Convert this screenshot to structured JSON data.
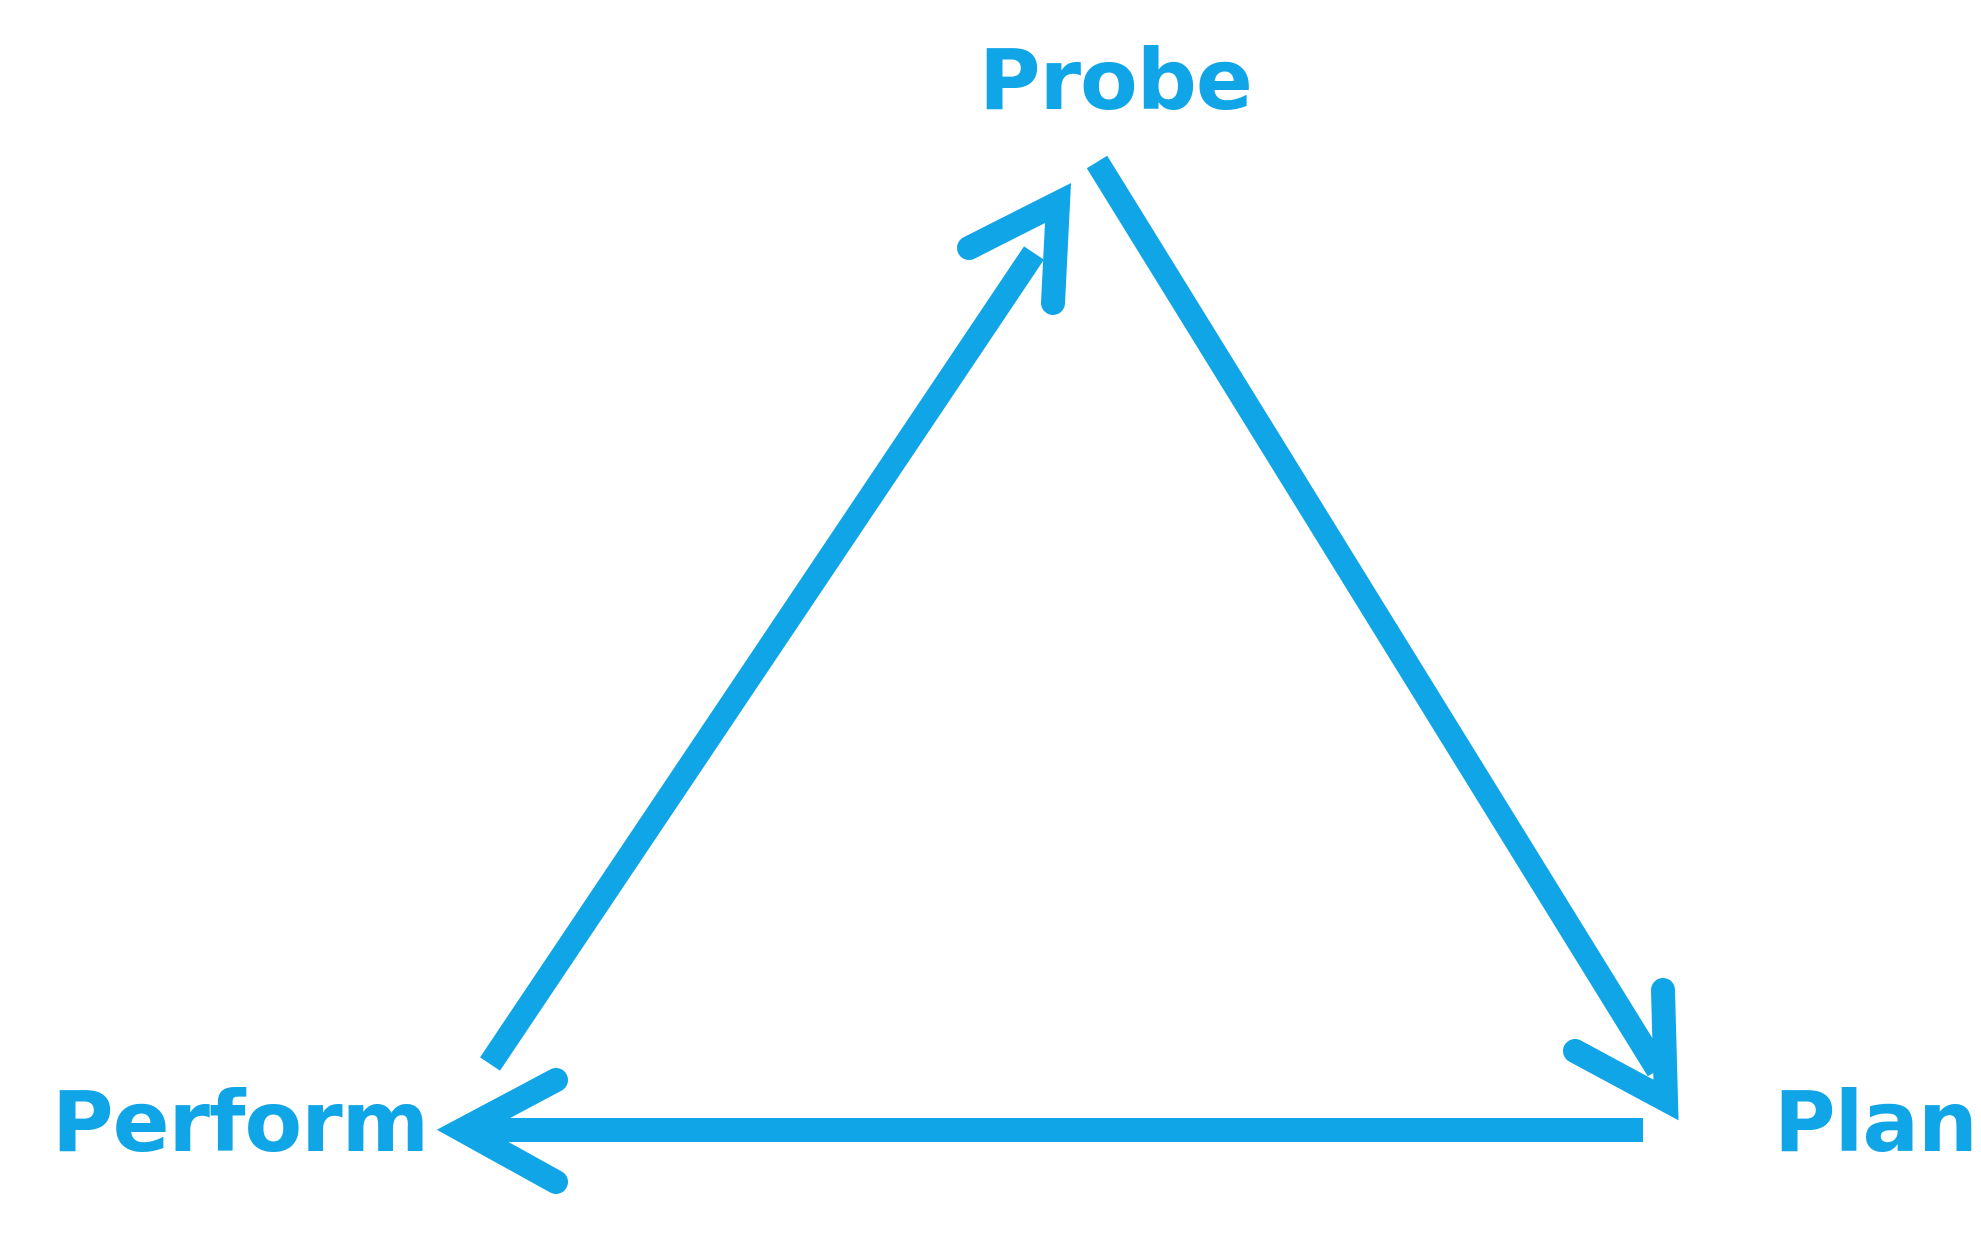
{
  "diagram": {
    "accent_color": "#0fa5e6",
    "background_color": "#ffffff",
    "nodes": {
      "probe": {
        "label": "Probe"
      },
      "plan": {
        "label": "Plan"
      },
      "perform": {
        "label": "Perform"
      }
    },
    "edges": [
      {
        "from": "Probe",
        "to": "Plan"
      },
      {
        "from": "Plan",
        "to": "Perform"
      },
      {
        "from": "Perform",
        "to": "Probe"
      }
    ]
  }
}
